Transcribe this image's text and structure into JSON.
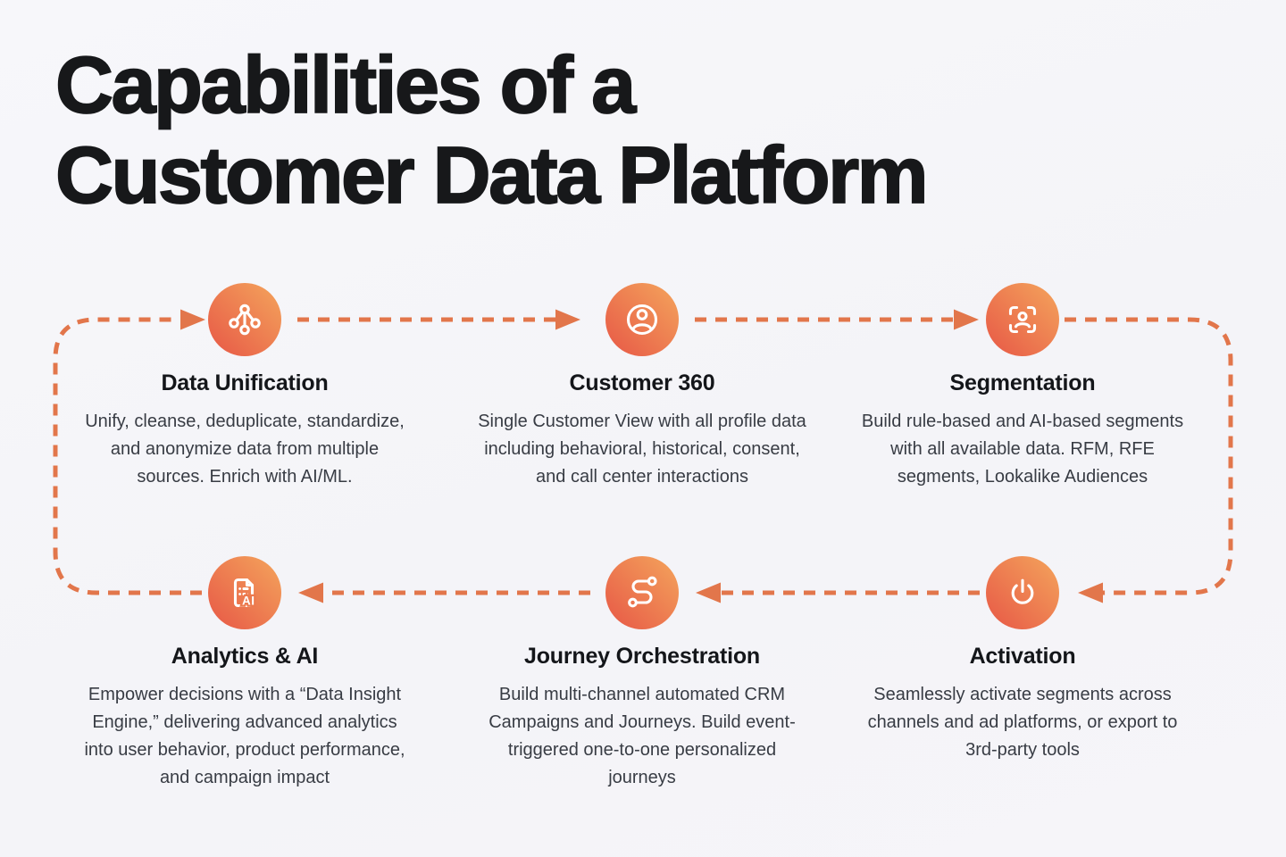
{
  "title": {
    "line1": "Capabilities of a",
    "line2": "Customer Data Platform"
  },
  "theme": {
    "background": "#F6F6F9",
    "title_color": "#17181A",
    "heading_color": "#14161A",
    "body_color": "#383C44",
    "arrow_color": "#E2764B",
    "icon_gradient_start": "#F4A55C",
    "icon_gradient_end": "#E75746"
  },
  "flow": {
    "shape": "closed-loop-cycle",
    "order": [
      "Data Unification",
      "Customer 360",
      "Segmentation",
      "Activation",
      "Journey Orchestration",
      "Analytics & AI"
    ]
  },
  "capabilities": [
    {
      "icon": "git-fork-icon",
      "title": "Data Unification",
      "description": "Unify, cleanse, deduplicate, standardize, and anonymize data from multiple sources. Enrich with AI/ML."
    },
    {
      "icon": "user-circle-icon",
      "title": "Customer 360",
      "description": "Single Customer View with all profile data including behavioral, historical, consent, and call center interactions"
    },
    {
      "icon": "user-scan-icon",
      "title": "Segmentation",
      "description": "Build rule-based and AI-based segments with all available data. RFM, RFE segments, Lookalike Audiences"
    },
    {
      "icon": "ai-document-icon",
      "title": "Analytics & AI",
      "description": "Empower decisions with a “Data Insight Engine,” delivering advanced analytics into user behavior, product performance, and campaign impact"
    },
    {
      "icon": "route-icon",
      "title": "Journey Orchestration",
      "description": "Build multi-channel automated CRM Campaigns and Journeys. Build event-triggered one-to-one personalized journeys"
    },
    {
      "icon": "power-icon",
      "title": "Activation",
      "description": "Seamlessly activate segments across channels and ad platforms, or export to 3rd-party tools"
    }
  ]
}
